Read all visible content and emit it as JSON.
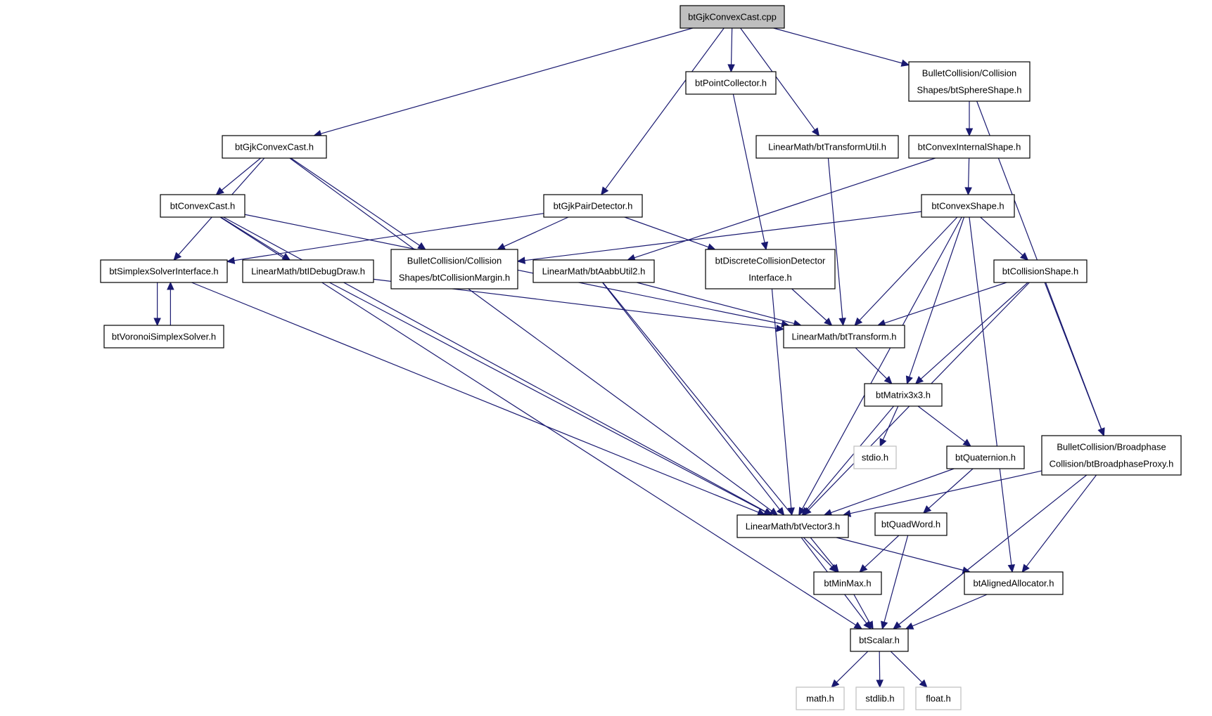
{
  "graph": {
    "title": "btGjkConvexCast.cpp",
    "colors": {
      "edge": "#191970",
      "root_fill": "#bfbfbf",
      "node_border": "#000000",
      "external_border": "#bfbfbf"
    },
    "nodes": [
      {
        "id": "root",
        "lines": [
          "btGjkConvexCast.cpp"
        ],
        "kind": "root"
      },
      {
        "id": "gjkcch",
        "lines": [
          "btGjkConvexCast.h"
        ],
        "kind": "file"
      },
      {
        "id": "pointcollector",
        "lines": [
          "btPointCollector.h"
        ],
        "kind": "file"
      },
      {
        "id": "sphereshape",
        "lines": [
          "BulletCollision/Collision",
          "Shapes/btSphereShape.h"
        ],
        "kind": "file"
      },
      {
        "id": "transformutil",
        "lines": [
          "LinearMath/btTransformUtil.h"
        ],
        "kind": "file"
      },
      {
        "id": "convexinternal",
        "lines": [
          "btConvexInternalShape.h"
        ],
        "kind": "file"
      },
      {
        "id": "convexcast",
        "lines": [
          "btConvexCast.h"
        ],
        "kind": "file"
      },
      {
        "id": "gjkpair",
        "lines": [
          "btGjkPairDetector.h"
        ],
        "kind": "file"
      },
      {
        "id": "convexshape",
        "lines": [
          "btConvexShape.h"
        ],
        "kind": "file"
      },
      {
        "id": "simplexsolver",
        "lines": [
          "btSimplexSolverInterface.h"
        ],
        "kind": "file"
      },
      {
        "id": "idebugdraw",
        "lines": [
          "LinearMath/btIDebugDraw.h"
        ],
        "kind": "file"
      },
      {
        "id": "collisionmargin",
        "lines": [
          "BulletCollision/Collision",
          "Shapes/btCollisionMargin.h"
        ],
        "kind": "file"
      },
      {
        "id": "aabbutil",
        "lines": [
          "LinearMath/btAabbUtil2.h"
        ],
        "kind": "file"
      },
      {
        "id": "discretecd",
        "lines": [
          "btDiscreteCollisionDetector",
          "Interface.h"
        ],
        "kind": "file"
      },
      {
        "id": "collisionshape",
        "lines": [
          "btCollisionShape.h"
        ],
        "kind": "file"
      },
      {
        "id": "voronoi",
        "lines": [
          "btVoronoiSimplexSolver.h"
        ],
        "kind": "file"
      },
      {
        "id": "transform",
        "lines": [
          "LinearMath/btTransform.h"
        ],
        "kind": "file"
      },
      {
        "id": "matrix3x3",
        "lines": [
          "btMatrix3x3.h"
        ],
        "kind": "file"
      },
      {
        "id": "stdio",
        "lines": [
          "stdio.h"
        ],
        "kind": "external"
      },
      {
        "id": "quaternion",
        "lines": [
          "btQuaternion.h"
        ],
        "kind": "file"
      },
      {
        "id": "broadphaseproxy",
        "lines": [
          "BulletCollision/Broadphase",
          "Collision/btBroadphaseProxy.h"
        ],
        "kind": "file"
      },
      {
        "id": "vector3",
        "lines": [
          "LinearMath/btVector3.h"
        ],
        "kind": "file"
      },
      {
        "id": "quadword",
        "lines": [
          "btQuadWord.h"
        ],
        "kind": "file"
      },
      {
        "id": "minmax",
        "lines": [
          "btMinMax.h"
        ],
        "kind": "file"
      },
      {
        "id": "alignedalloc",
        "lines": [
          "btAlignedAllocator.h"
        ],
        "kind": "file"
      },
      {
        "id": "scalar",
        "lines": [
          "btScalar.h"
        ],
        "kind": "file"
      },
      {
        "id": "math",
        "lines": [
          "math.h"
        ],
        "kind": "external"
      },
      {
        "id": "stdlib",
        "lines": [
          "stdlib.h"
        ],
        "kind": "external"
      },
      {
        "id": "float",
        "lines": [
          "float.h"
        ],
        "kind": "external"
      }
    ],
    "edges": [
      {
        "from": "root",
        "to": "gjkcch"
      },
      {
        "from": "root",
        "to": "gjkpair"
      },
      {
        "from": "root",
        "to": "pointcollector"
      },
      {
        "from": "root",
        "to": "transformutil"
      },
      {
        "from": "root",
        "to": "sphereshape"
      },
      {
        "from": "gjkcch",
        "to": "convexcast"
      },
      {
        "from": "gjkcch",
        "to": "simplexsolver"
      },
      {
        "from": "gjkcch",
        "to": "collisionmargin"
      },
      {
        "from": "gjkcch",
        "to": "vector3"
      },
      {
        "from": "convexcast",
        "to": "idebugdraw"
      },
      {
        "from": "convexcast",
        "to": "transform"
      },
      {
        "from": "convexcast",
        "to": "vector3"
      },
      {
        "from": "convexcast",
        "to": "scalar"
      },
      {
        "from": "gjkpair",
        "to": "simplexsolver"
      },
      {
        "from": "gjkpair",
        "to": "collisionmargin"
      },
      {
        "from": "gjkpair",
        "to": "discretecd"
      },
      {
        "from": "pointcollector",
        "to": "discretecd"
      },
      {
        "from": "transformutil",
        "to": "transform"
      },
      {
        "from": "sphereshape",
        "to": "convexinternal"
      },
      {
        "from": "sphereshape",
        "to": "broadphaseproxy"
      },
      {
        "from": "convexinternal",
        "to": "convexshape"
      },
      {
        "from": "convexinternal",
        "to": "aabbutil"
      },
      {
        "from": "convexshape",
        "to": "collisionmargin"
      },
      {
        "from": "convexshape",
        "to": "collisionshape"
      },
      {
        "from": "convexshape",
        "to": "transform"
      },
      {
        "from": "convexshape",
        "to": "matrix3x3"
      },
      {
        "from": "convexshape",
        "to": "vector3"
      },
      {
        "from": "convexshape",
        "to": "alignedalloc"
      },
      {
        "from": "simplexsolver",
        "to": "voronoi"
      },
      {
        "from": "voronoi",
        "to": "simplexsolver"
      },
      {
        "from": "simplexsolver",
        "to": "vector3"
      },
      {
        "from": "idebugdraw",
        "to": "transform"
      },
      {
        "from": "idebugdraw",
        "to": "vector3"
      },
      {
        "from": "aabbutil",
        "to": "transform"
      },
      {
        "from": "aabbutil",
        "to": "vector3"
      },
      {
        "from": "aabbutil",
        "to": "minmax"
      },
      {
        "from": "discretecd",
        "to": "transform"
      },
      {
        "from": "discretecd",
        "to": "vector3"
      },
      {
        "from": "collisionshape",
        "to": "transform"
      },
      {
        "from": "collisionshape",
        "to": "matrix3x3"
      },
      {
        "from": "collisionshape",
        "to": "vector3"
      },
      {
        "from": "collisionshape",
        "to": "broadphaseproxy"
      },
      {
        "from": "transform",
        "to": "matrix3x3"
      },
      {
        "from": "matrix3x3",
        "to": "vector3"
      },
      {
        "from": "matrix3x3",
        "to": "stdio"
      },
      {
        "from": "matrix3x3",
        "to": "quaternion"
      },
      {
        "from": "quaternion",
        "to": "vector3"
      },
      {
        "from": "quaternion",
        "to": "quadword"
      },
      {
        "from": "broadphaseproxy",
        "to": "vector3"
      },
      {
        "from": "broadphaseproxy",
        "to": "alignedalloc"
      },
      {
        "from": "broadphaseproxy",
        "to": "scalar"
      },
      {
        "from": "vector3",
        "to": "minmax"
      },
      {
        "from": "vector3",
        "to": "alignedalloc"
      },
      {
        "from": "vector3",
        "to": "scalar"
      },
      {
        "from": "quadword",
        "to": "minmax"
      },
      {
        "from": "quadword",
        "to": "scalar"
      },
      {
        "from": "minmax",
        "to": "scalar"
      },
      {
        "from": "alignedalloc",
        "to": "scalar"
      },
      {
        "from": "scalar",
        "to": "math"
      },
      {
        "from": "scalar",
        "to": "stdlib"
      },
      {
        "from": "scalar",
        "to": "float"
      }
    ]
  }
}
